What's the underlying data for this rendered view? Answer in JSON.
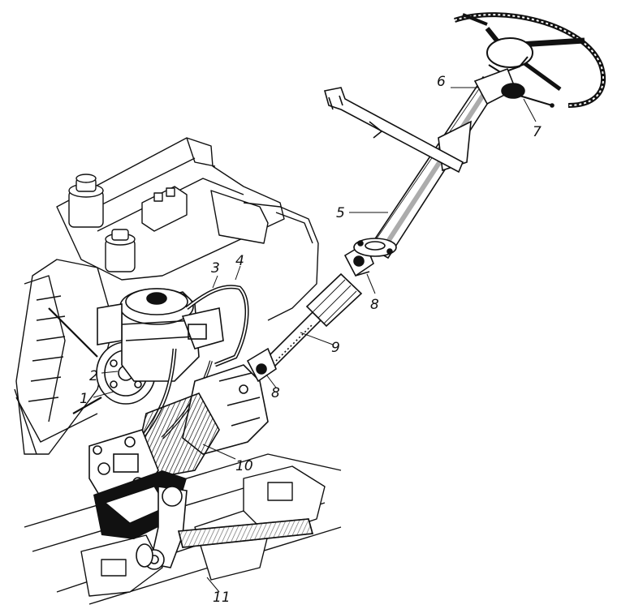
{
  "colors": {
    "ink": "#111111",
    "paper": "#ffffff",
    "hatch": "#333333"
  },
  "callouts": {
    "c1": "1",
    "c2": "2",
    "c3": "3",
    "c4": "4",
    "c5": "5",
    "c6": "6",
    "c7": "7",
    "c8a": "8",
    "c8b": "8",
    "c9": "9",
    "c10": "10",
    "c11": "11"
  }
}
